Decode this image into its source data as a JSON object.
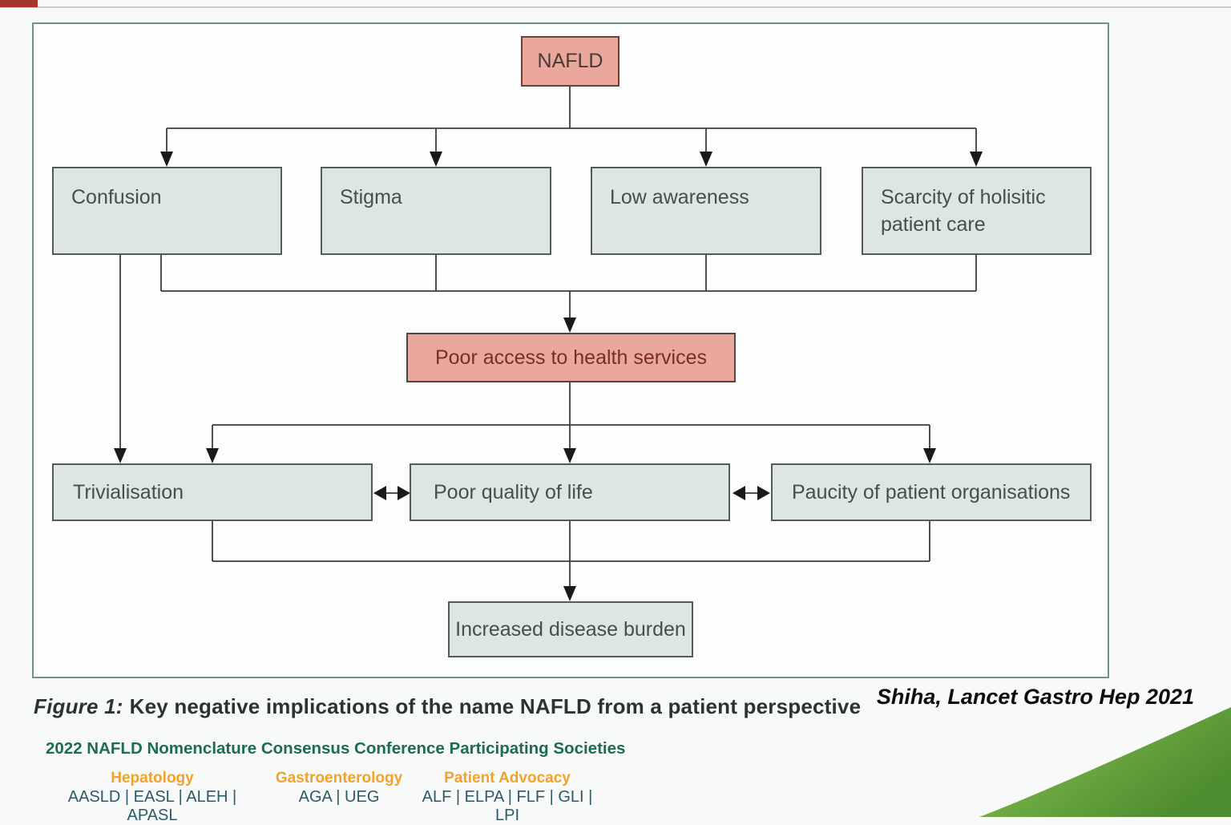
{
  "colors": {
    "highlight_fill": "#e9a89b",
    "highlight_border": "#6b4036",
    "highlight_text": "#7b2d26",
    "node_fill": "#dce7e1",
    "node_border": "#565b59",
    "node_text": "#454f4b",
    "panel_border": "#6e9489",
    "heading_green": "#1c6b55",
    "category_orange": "#f2a22b",
    "society_teal": "#2c5a66",
    "top_bar_red": "#a8352a",
    "wedge_green_light": "#8cc455",
    "wedge_green_dark": "#4e8d2f"
  },
  "diagram": {
    "nodes": {
      "nafld": "NAFLD",
      "confusion": "Confusion",
      "stigma": "Stigma",
      "low_awareness": "Low awareness",
      "scarcity": "Scarcity of holisitic patient care",
      "poor_access": "Poor access to health services",
      "trivialisation": "Trivialisation",
      "poor_qol": "Poor quality of life",
      "paucity": "Paucity of patient organisations",
      "burden": "Increased disease burden"
    },
    "edges": [
      "NAFLD → Confusion",
      "NAFLD → Stigma",
      "NAFLD → Low awareness",
      "NAFLD → Scarcity of holisitic patient care",
      "Confusion / Stigma / Low awareness / Scarcity → Poor access to health services",
      "Confusion → Trivialisation",
      "Poor access to health services → Trivialisation",
      "Poor access to health services → Poor quality of life",
      "Poor access to health services → Paucity of patient organisations",
      "Trivialisation ↔ Poor quality of life",
      "Poor quality of life ↔ Paucity of patient organisations",
      "Trivialisation / Poor quality of life / Paucity → Increased disease burden"
    ]
  },
  "caption": {
    "figure_label": "Figure 1:",
    "text": "Key negative implications of the name NAFLD from a patient perspective"
  },
  "attribution": "Shiha, Lancet Gastro Hep 2021",
  "footer": {
    "heading": "2022 NAFLD Nomenclature Consensus Conference Participating Societies",
    "groups": [
      {
        "category": "Hepatology",
        "societies": "AASLD | EASL | ALEH | APASL"
      },
      {
        "category": "Gastroenterology",
        "societies": "AGA | UEG"
      },
      {
        "category": "Patient Advocacy",
        "societies": "ALF | ELPA | FLF | GLI | LPI"
      }
    ]
  }
}
